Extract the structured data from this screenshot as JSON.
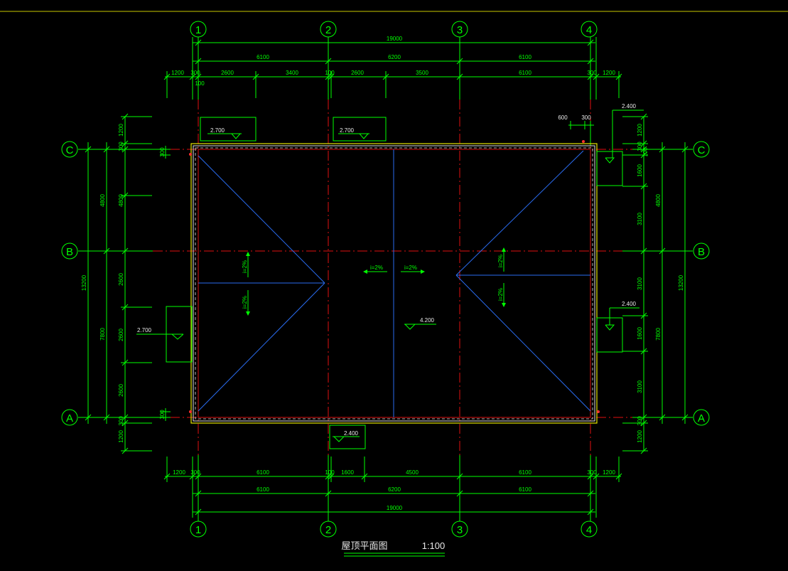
{
  "drawing": {
    "title": "屋顶平面图",
    "scale": "1:100"
  },
  "axes": {
    "columns": [
      "1",
      "2",
      "3",
      "4"
    ],
    "rows": [
      "A",
      "B",
      "C"
    ]
  },
  "dimensions": {
    "top_overall": "19000",
    "top_bays": [
      "6100",
      "6200",
      "6100"
    ],
    "top_detail": [
      "1200",
      "300",
      "2600",
      "3400",
      "100",
      "2600",
      "3500",
      "6100",
      "300",
      "1200"
    ],
    "top_small": "100",
    "bottom_detail": [
      "1200",
      "300",
      "6100",
      "100",
      "1600",
      "4500",
      "6100",
      "300",
      "1200"
    ],
    "bottom_bays": [
      "6100",
      "6200",
      "6100"
    ],
    "bottom_overall": "19000",
    "left_overall": "13200",
    "left_bays": [
      "4800",
      "7800"
    ],
    "left_detail": [
      "1200",
      "300",
      "4800",
      "2600",
      "2600",
      "2600",
      "300",
      "1200"
    ],
    "left_small": [
      "300",
      "300"
    ],
    "right_overall": "13200",
    "right_bays": [
      "4800",
      "7800"
    ],
    "right_detail": [
      "1200",
      "300",
      "100",
      "1600",
      "3100",
      "3100",
      "1600",
      "3100",
      "300",
      "1200"
    ],
    "right_small": [
      "600",
      "300"
    ]
  },
  "elevations": {
    "top_left": "2.700",
    "top_mid": "2.700",
    "left": "2.700",
    "bottom": "2.400",
    "right_top": "2.400",
    "right_bottom": "2.400",
    "ridge": "4.200"
  },
  "slopes": {
    "left_up": "i=2%",
    "left_down": "i=2%",
    "mid_left": "i=2%",
    "mid_right": "i=2%",
    "right_up": "i=2%",
    "right_down": "i=2%"
  },
  "colors": {
    "dimension": "#00ff00",
    "axis": "#e01010",
    "ridge": "#2a6cf0",
    "eave": "#e6e600",
    "background": "#000000"
  }
}
